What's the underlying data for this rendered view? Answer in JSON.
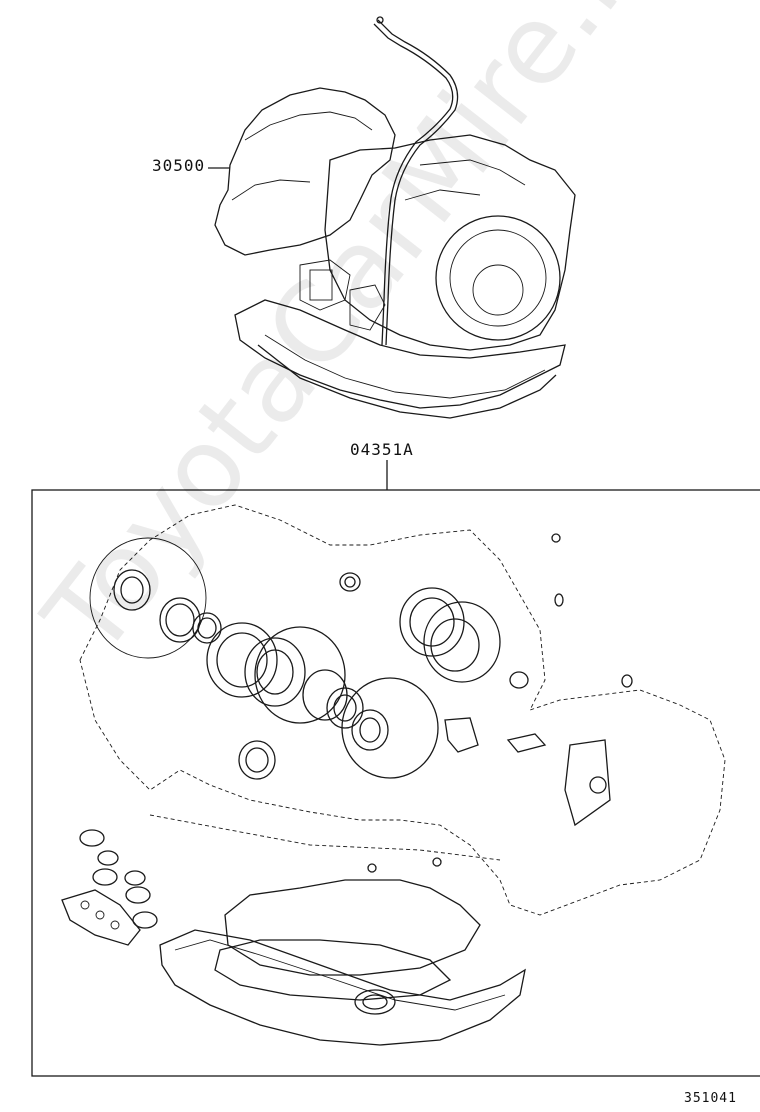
{
  "labels": {
    "assembly_part_number": "30500",
    "kit_part_number": "04351A",
    "diagram_number": "351041"
  },
  "watermark": "ToyotaCarMire.ru"
}
